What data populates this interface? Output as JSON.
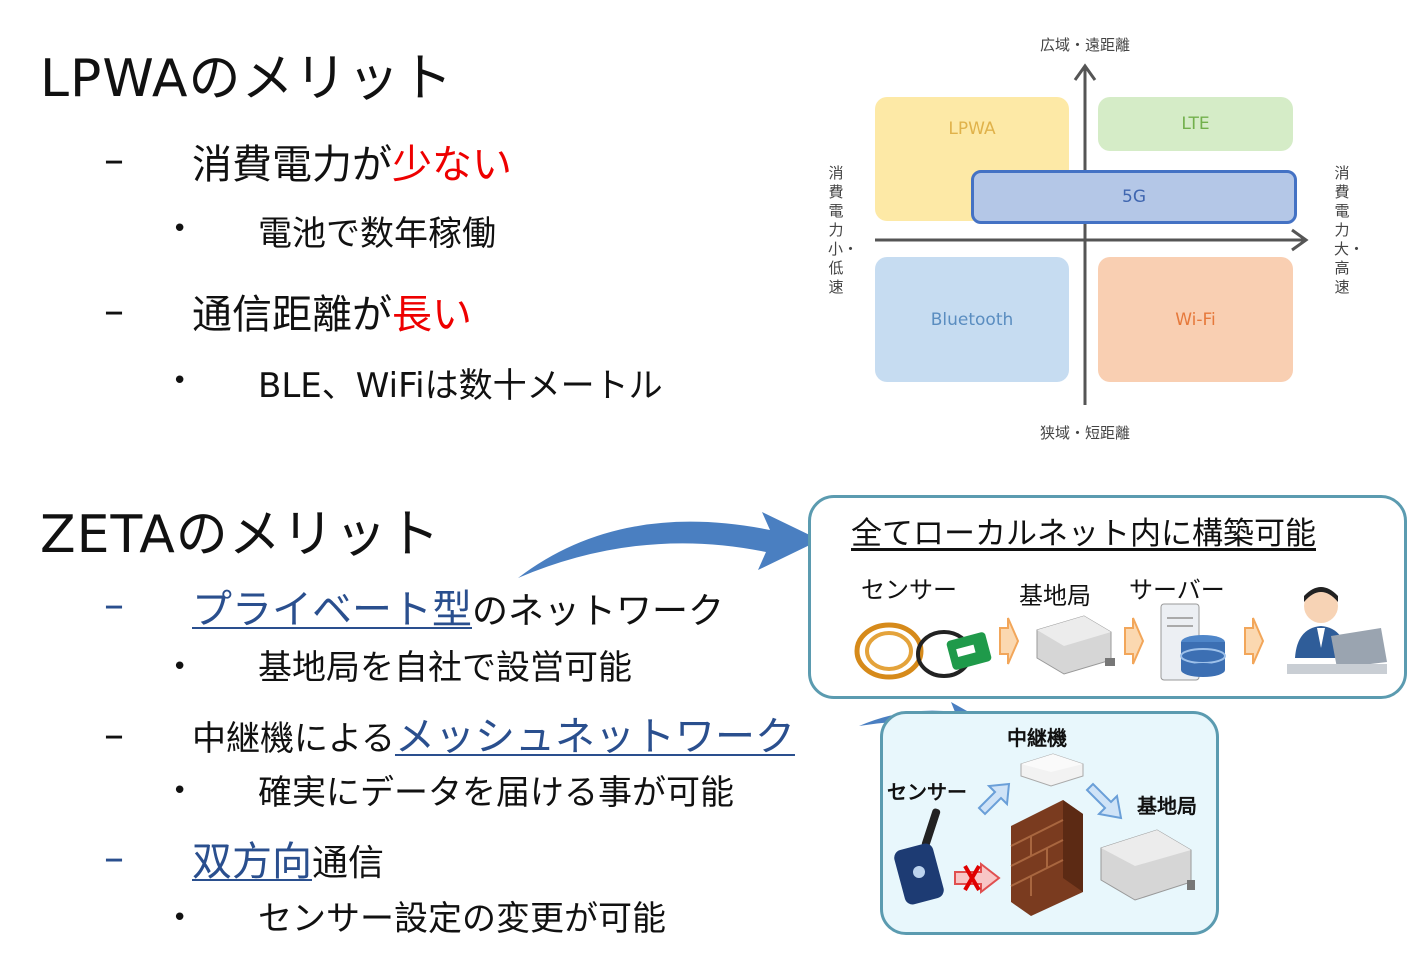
{
  "lpwa": {
    "heading": "LPWAのメリット",
    "items": [
      {
        "dash": "–",
        "text_a": "消費電力が",
        "text_b": "少ない",
        "bullet": "•",
        "sub": "電池で数年稼働"
      },
      {
        "dash": "–",
        "text_a": "通信距離が",
        "text_b": "長い",
        "bullet": "•",
        "sub": "BLE、WiFiは数十メートル"
      }
    ]
  },
  "quadrant": {
    "top_label": "広域・遠距離",
    "bottom_label": "狭域・短距離",
    "left_label": "消費電力小・低速",
    "right_label": "消費電力大・高速",
    "cells": {
      "lpwa": "LPWA",
      "lte": "LTE",
      "five_g": "5G",
      "bluetooth": "Bluetooth",
      "wifi": "Wi-Fi"
    },
    "colors": {
      "lpwa": "#fde9a6",
      "lte": "#d5ecc7",
      "five_g": "#b4c7e7",
      "bluetooth": "#c6dcf1",
      "wifi": "#f9cfb2"
    }
  },
  "zeta": {
    "heading": "ZETAのメリット",
    "items": [
      {
        "dash": "–",
        "text_link": "プライベート型",
        "text_rest": "のネットワーク",
        "bullet": "•",
        "sub": "基地局を自社で設営可能"
      },
      {
        "dash": "–",
        "text_a": "中継機による",
        "text_link": "メッシュネットワーク",
        "bullet": "•",
        "sub": "確実にデータを届ける事が可能"
      },
      {
        "dash": "–",
        "text_link": "双方向",
        "text_rest": "通信",
        "bullet": "•",
        "sub": "センサー設定の変更が可能"
      }
    ]
  },
  "private_box": {
    "title": "全てローカルネット内に構築可能",
    "labels": {
      "sensor": "センサー",
      "base": "基地局",
      "server": "サーバー"
    }
  },
  "mesh_box": {
    "labels": {
      "relay": "中継機",
      "sensor": "センサー",
      "base": "基地局"
    }
  }
}
